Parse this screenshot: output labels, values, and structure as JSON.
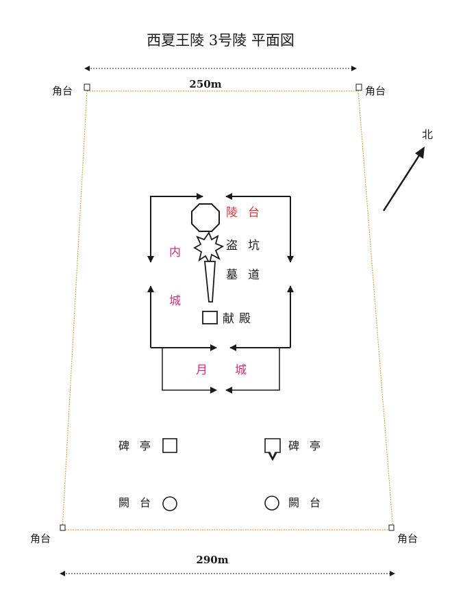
{
  "title": "西夏王陵 3号陵 平面図",
  "dimensions": {
    "top_width": "250m",
    "bottom_width": "290m"
  },
  "north_label": "北",
  "corner_label": "角台",
  "labels": {
    "ling_tai": "陵",
    "ling_tai_2": "台",
    "dao_keng": "盗",
    "dao_keng_2": "坑",
    "mu_dao": "墓",
    "mu_dao_2": "道",
    "xian_dian": "献",
    "xian_dian_2": "殿",
    "nei": "内",
    "cheng": "城",
    "yue": "月",
    "yue_cheng": "城",
    "bei_ting": "碑",
    "bei_ting_2": "亭",
    "que_tai": "闕",
    "que_tai_2": "台"
  },
  "colors": {
    "outer_wall": "#e0a040",
    "ink": "#1a1a1a",
    "red_label": "#d83838",
    "magenta_label": "#d0307a"
  },
  "icons": [
    "north-arrow-icon",
    "octagon-mound-icon",
    "starburst-pit-icon"
  ]
}
